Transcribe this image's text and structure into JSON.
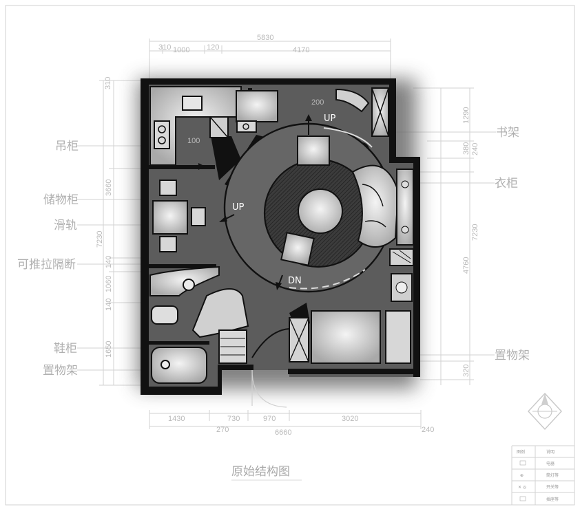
{
  "plan": {
    "title": "原始结构图",
    "top_dims": {
      "total": "5830",
      "seg1": "310",
      "seg2": "1000",
      "seg3": "120",
      "seg4": "4170"
    },
    "bottom_dims": {
      "seg1": "1430",
      "seg2": "730",
      "seg3": "970",
      "seg4": "3020",
      "total": "6660",
      "left": "270",
      "right": "240"
    },
    "left_dims": {
      "top": "310",
      "d1": "3660",
      "d2": "7230",
      "d3": "140",
      "d4": "1060",
      "d5": "140",
      "d6": "1650"
    },
    "right_dims": {
      "d1": "1290",
      "d2": "380",
      "d3": "240",
      "d4": "7230",
      "d5": "4760",
      "d6": "320"
    },
    "interior_dims": {
      "a": "200",
      "b": "100"
    },
    "left_labels": [
      "吊柜",
      "储物柜",
      "滑轨",
      "可推拉隔断",
      "鞋柜",
      "置物架"
    ],
    "right_labels": [
      "书架",
      "衣柜",
      "置物架"
    ],
    "notes": {
      "up1": "UP",
      "up2": "UP",
      "dn": "DN"
    }
  },
  "legend": {
    "rows": [
      {
        "symbol": "图例",
        "text": "说明"
      },
      {
        "symbol": "",
        "text": "电器"
      },
      {
        "symbol": "⊕",
        "text": "筒灯等"
      },
      {
        "symbol": "✕ ◎",
        "text": "开关等"
      },
      {
        "symbol": "",
        "text": "插座等"
      }
    ]
  },
  "colors": {
    "ink": "#111111",
    "floor": "#5c5c5c",
    "rug": "#3a3a3a",
    "furniture": "#cfcfcf",
    "dimension": "#b9b9b9"
  }
}
